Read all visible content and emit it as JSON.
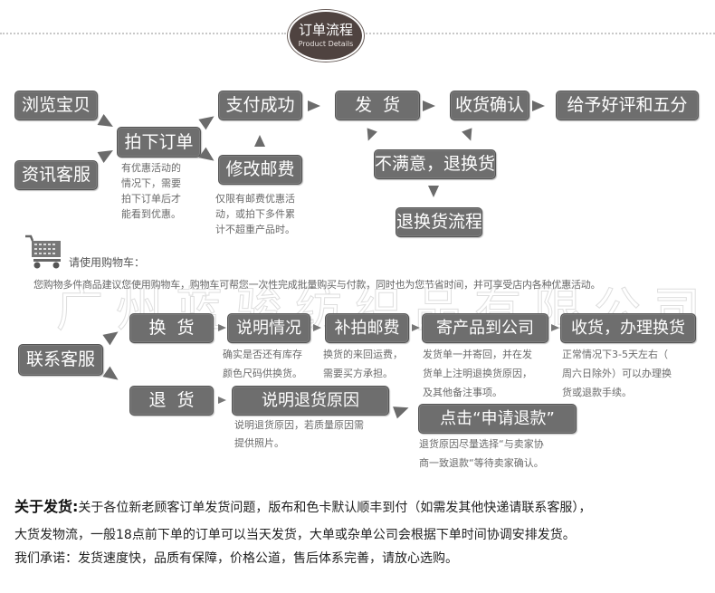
{
  "header": {
    "title_cn": "订单流程",
    "title_en": "Product Details"
  },
  "flow1": {
    "browse": "浏览宝贝",
    "consult": "资讯客服",
    "place_order": "拍下订单",
    "place_order_note": [
      "有优惠活动的",
      "情况下，需要",
      "拍下订单后才",
      "能看到优惠。"
    ],
    "pay_success": "支付成功",
    "modify_postage": "修改邮费",
    "modify_postage_note": [
      "仅限有邮费优惠活",
      "动，或拍下多件累",
      "计不超重产品时。"
    ],
    "ship": "发  货",
    "confirm_receipt": "收货确认",
    "give_review": "给予好评和五分",
    "unsatisfied": "不满意，退换货",
    "return_process": "退换货流程"
  },
  "cart": {
    "icon": "shopping-cart-icon",
    "label": "请使用购物车：",
    "description": "您购物多件商品建议您使用购物车，购物车可帮您一次性完成批量购买与付款，同时也为您节省时间，并可享受店内各种优惠活动。"
  },
  "watermark": "广州蓝骏纺织品有限公司",
  "flow2": {
    "contact_service": "联系客服",
    "exchange": "换  货",
    "explain_situation": "说明情况",
    "explain_situation_note": [
      "确实是否还有库存",
      "颜色尺码供换货。"
    ],
    "pay_postage": "补拍邮费",
    "pay_postage_note": [
      "换货的来回运费，",
      "需要买方承担。"
    ],
    "send_to_company": "寄产品到公司",
    "send_to_company_note": [
      "发货单一并寄回，并在发",
      "货单上注明退换货原因，",
      "及其他备注事项。"
    ],
    "receive_exchange": "收货，办理换货",
    "receive_exchange_note": [
      "正常情况下3-5天左右（",
      "周六日除外）可以办理换",
      "货或退款手续。"
    ],
    "return": "退  货",
    "explain_reason": "说明退货原因",
    "explain_reason_note": [
      "说明退货原因，若质量原因需",
      "提供照片。"
    ],
    "apply_refund": "点击“申请退款”",
    "apply_refund_note": [
      "退货原因尽量选择“与卖家协",
      "商一致退款“等待卖家确认。"
    ]
  },
  "footer": {
    "heading": "关于发货:",
    "line1": "关于各位新老顾客订单发货问题，版布和色卡默认顺丰到付（如需发其他快递请联系客服），",
    "line2": "大货发物流，一般18点前下单的订单可以当天发货，大单或杂单公司会根据下单时间协调安排发货。",
    "line3": "我们承诺：发货速度快，品质有保障，价格公道，售后体系完善，请放心选购。"
  },
  "colors": {
    "box_bg": "#6e6e6e",
    "box_text": "#ffffff",
    "oval_bg": "#4f4340",
    "note_text": "#6a6a6a"
  }
}
